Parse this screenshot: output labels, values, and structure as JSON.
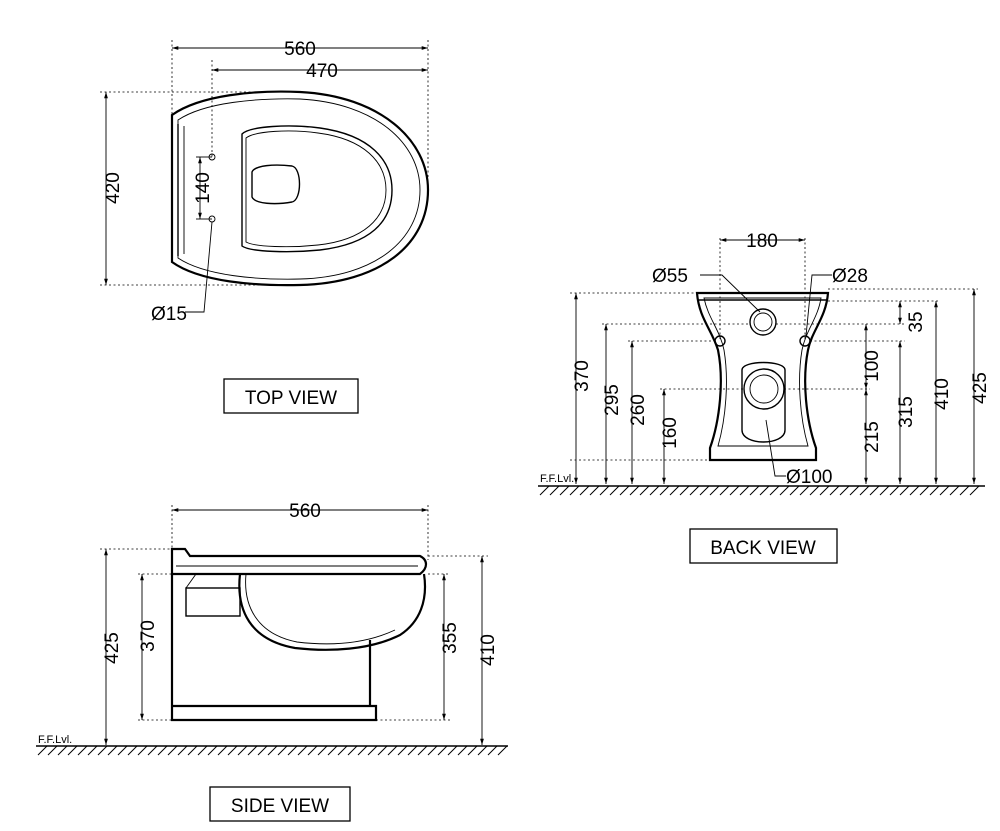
{
  "views": {
    "top": {
      "label": "TOP VIEW",
      "dims": {
        "width_total": "560",
        "width_bowl": "470",
        "depth": "420",
        "hole_spacing": "140",
        "hole_dia": "Ø15"
      }
    },
    "back": {
      "label": "BACK  VIEW",
      "dims": {
        "hole_spacing": "180",
        "inlet_dia": "Ø55",
        "fix_dia": "Ø28",
        "outlet_dia": "Ø100",
        "h370": "370",
        "h295": "295",
        "h260": "260",
        "h160": "160",
        "h35": "35",
        "h100": "100",
        "h215": "215",
        "h315": "315",
        "h410": "410",
        "h425": "425",
        "floor": "F.F.Lvl."
      }
    },
    "side": {
      "label": "SIDE VIEW",
      "dims": {
        "width_total": "560",
        "h425": "425",
        "h370": "370",
        "h355": "355",
        "h410": "410",
        "floor": "F.F.Lvl."
      }
    }
  }
}
